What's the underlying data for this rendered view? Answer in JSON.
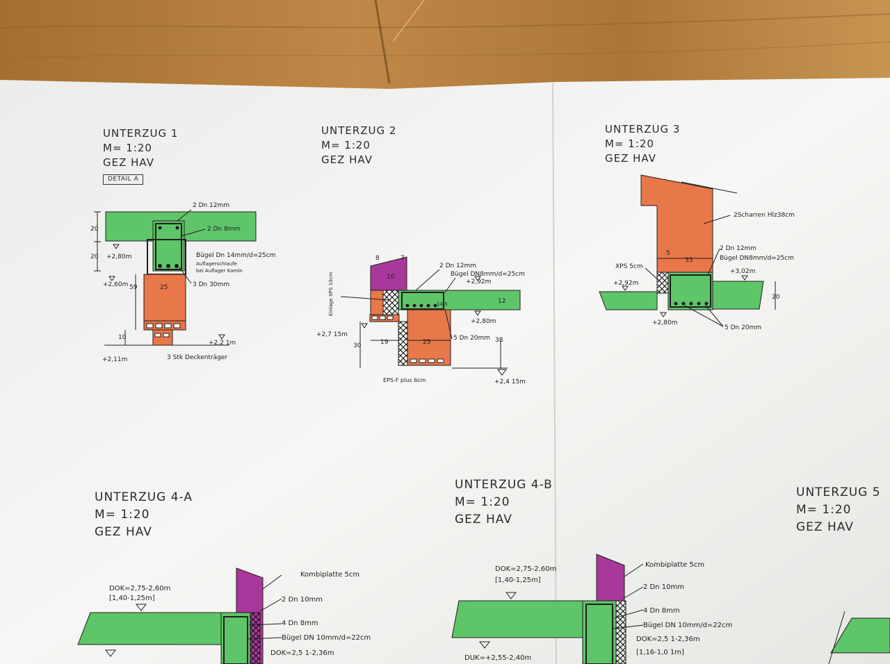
{
  "sections": [
    {
      "title": "UNTERZUG  1",
      "scale": "M= 1:20",
      "author": "GEZ  HAV",
      "detail": "DETAIL  A"
    },
    {
      "title": "UNTERZUG  2",
      "scale": "M= 1:20",
      "author": "GEZ  HAV"
    },
    {
      "title": "UNTERZUG  3",
      "scale": "M= 1:20",
      "author": "GEZ  HAV"
    },
    {
      "title": "UNTERZUG  4-A",
      "scale": "M= 1:20",
      "author": "GEZ  HAV"
    },
    {
      "title": "UNTERZUG  4-B",
      "scale": "M= 1:20",
      "author": "GEZ  HAV"
    },
    {
      "title": "UNTERZUG  5",
      "scale": "M= 1:20",
      "author": "GEZ  HAV"
    }
  ],
  "labels": {
    "u1": {
      "top_rebar": "2  Dn 12mm",
      "mid_rebar": "2  Dn  8mm",
      "stirrup": "Bügel  Dn 14mm/d=25cm",
      "loop1": "Auflagerschlaufe",
      "loop2": "bei  Auflager Kamin",
      "bottom_rebar": "3  Dn  30mm",
      "dim20a": "20",
      "dim20b": "20",
      "dim59": "59",
      "dim25": "25",
      "dim10": "10",
      "lev280": "+2,80m",
      "lev260": "+2,60m",
      "lev221": "+2,2 1m",
      "lev211": "+2,11m",
      "beams": "3  Stk  Deckenträger"
    },
    "u2": {
      "dim8": "8",
      "dim7": "7",
      "dim10": "10",
      "top_rebar": "2  Dn  12mm",
      "stirrup": "Bügel  DN8mm/d=25cm",
      "lev292": "+2,92m",
      "dim14": "14.5",
      "dim12": "12",
      "xps": "Einlage  XPS  10cm",
      "lev2715": "+2,7 15m",
      "lev280": "+2,80m",
      "dim30": "30",
      "dim19": "19",
      "dim25": "25",
      "bottom_rebar": "5  Dn  20mm",
      "dim38": "38",
      "eps": "EPS-F  plus  6cm",
      "lev2415": "+2,4 15m"
    },
    "u3": {
      "bricks": "2Scharren  Hlz38cm",
      "top_rebar": "2  Dn  12mm",
      "stirrup": "Bügel  DN8mm/d=25cm",
      "dim5": "5",
      "dim33": "33",
      "xps": "XPS  5cm",
      "lev302": "+3,02m",
      "lev292": "+2,92m",
      "lev280": "+2,80m",
      "dim20": "20",
      "bottom_rebar": "5  Dn  20mm"
    },
    "u4a": {
      "dok": "DOK=2,75-2,60m",
      "dok_sub": "[1,40-1,25m]",
      "kombi": "Kombiplatte  5cm",
      "r1": "2  Dn  10mm",
      "r2": "4  Dn  8mm",
      "stirrup": "Bügel  DN  10mm/d=22cm",
      "dok2": "DOK=2,5 1-2,36m"
    },
    "u4b": {
      "dok": "DOK=2,75-2,60m",
      "dok_sub": "[1,40-1,25m]",
      "kombi": "Kombiplatte  5cm",
      "r1": "2  Dn  10mm",
      "r2": "4  Dn  8mm",
      "stirrup": "Bügel  DN  10mm/d=22cm",
      "dok2": "DOK=2,5 1-2,36m",
      "dok2_sub": "[1,16-1,0 1m]",
      "duk": "DUK=+2,55-2,40m"
    }
  },
  "colors": {
    "concrete": "#5fc569",
    "brick": "#e8774a",
    "kombi": "#a8389a",
    "paper": "#f4f4f2",
    "wood": "#b07a3e",
    "line": "#1e1e1e"
  }
}
